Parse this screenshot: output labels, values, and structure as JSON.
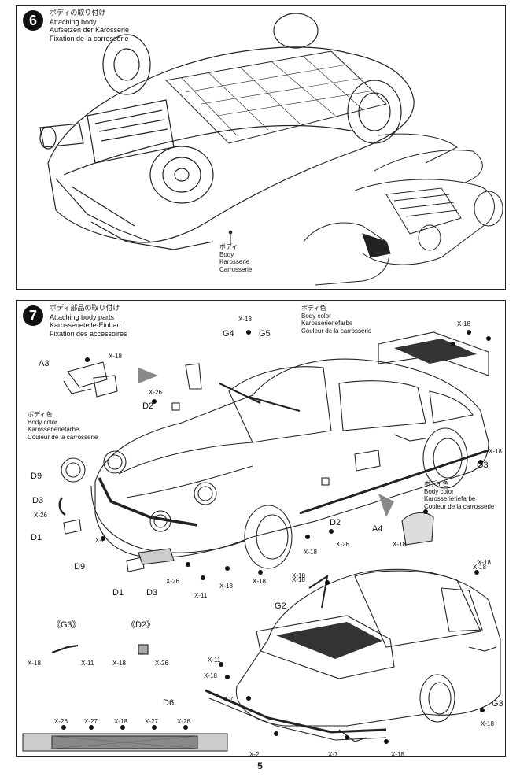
{
  "step6": {
    "number": "6",
    "title_jp": "ボディの取り付け",
    "title_en": "Attaching body",
    "title_de": "Aufsetzen der Karosserie",
    "title_fr": "Fixation de la carrosserie",
    "body_label": [
      "ボディ",
      "Body",
      "Karosserie",
      "Carrosserie"
    ]
  },
  "step7": {
    "number": "7",
    "title_jp": "ボディ部品の取り付け",
    "title_en": "Attaching body parts",
    "title_de": "Karosserieteile-Einbau",
    "title_fr": "Fixation des accessoires",
    "body_color_label": [
      "ボディ色",
      "Body color",
      "Karosserieriefarbe",
      "Couleur de la carrosserie"
    ],
    "parts": [
      "A3",
      "A4",
      "D1",
      "D2",
      "D3",
      "D6",
      "D9",
      "G2",
      "G3",
      "G4",
      "G5"
    ],
    "screws": [
      "X-18",
      "X-26",
      "X-2",
      "X-11",
      "X-7",
      "X-27"
    ],
    "detail_G3": "《G3》",
    "detail_D2": "《D2》"
  },
  "page_number": "5",
  "icons": [
    "car-underside-drawing",
    "hand-fitting-body-drawing",
    "car-body-drawing",
    "rear-spoiler-drawing",
    "bumper-strip-drawing"
  ]
}
